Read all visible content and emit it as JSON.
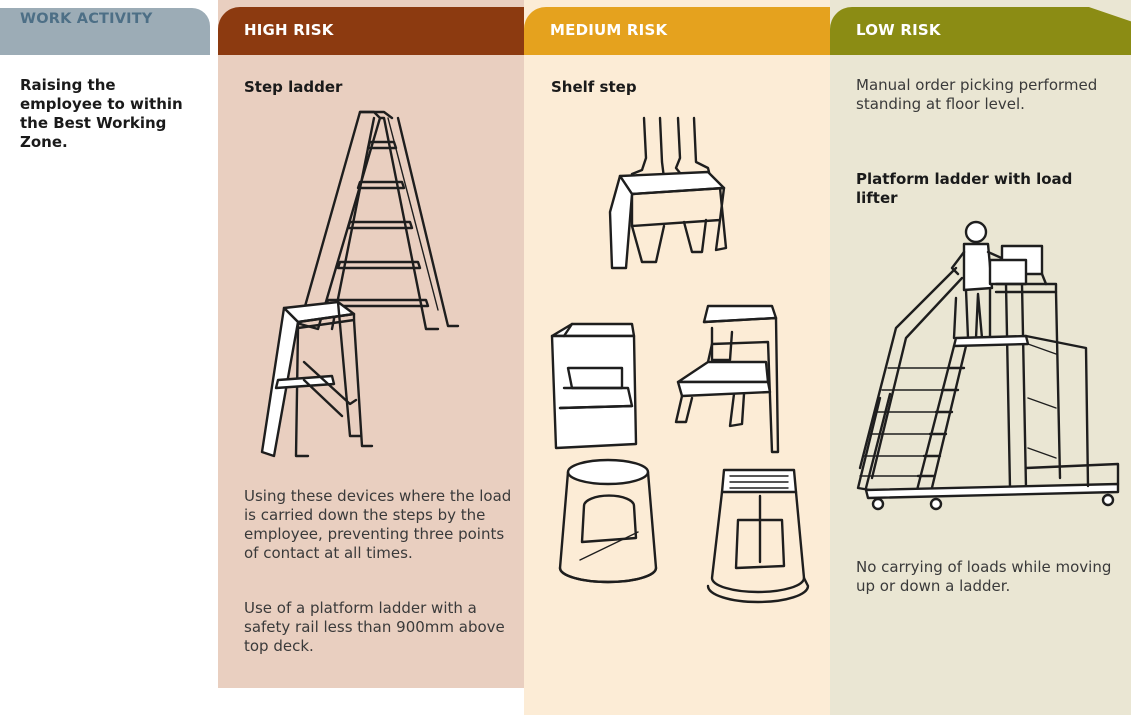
{
  "columns": {
    "work_activity": {
      "header": "WORK ACTIVITY",
      "text": "Raising the employee to within the Best Working Zone."
    },
    "high_risk": {
      "header": "HIGH RISK",
      "title": "Step ladder",
      "para1": "Using these devices where the load is carried down the steps by the employee, preventing three points of contact at all times.",
      "para2": "Use of a platform ladder with a safety rail less than 900mm above top deck."
    },
    "medium_risk": {
      "header": "MEDIUM RISK",
      "title": "Shelf step"
    },
    "low_risk": {
      "header": "LOW RISK",
      "intro": "Manual order picking performed standing at floor level.",
      "title": "Platform ladder with load lifter",
      "note": "No carrying of loads while moving up or down a ladder."
    }
  },
  "colors": {
    "work_tab": "#9cacb6",
    "high_tab": "#8c3a10",
    "medium_tab": "#e5a21e",
    "low_tab": "#8b8c14",
    "high_bg": "#e9cfc0",
    "medium_bg": "#fcecd6",
    "low_bg": "#eae6d3"
  },
  "icons": [
    "step-ladder-icon",
    "step-stool-icon",
    "shelf-step-icon",
    "shelf-step-two-icon",
    "kick-stool-icon",
    "kick-stool-round-icon",
    "platform-ladder-icon"
  ]
}
